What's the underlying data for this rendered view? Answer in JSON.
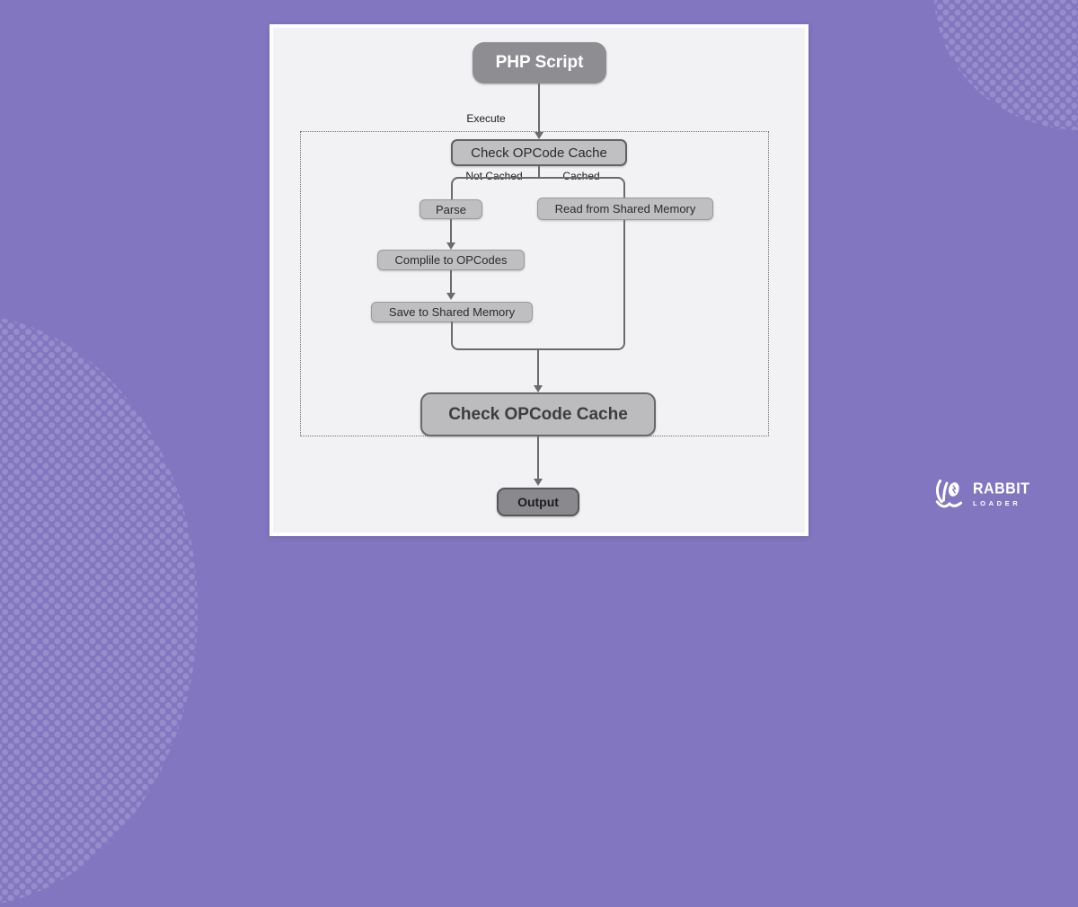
{
  "page": {
    "background_color": "#8376C1",
    "card_color": "#F2F2F4",
    "dot_pattern_color": "rgba(255,255,255,0.17)"
  },
  "logo": {
    "name": "RabbitLoader",
    "line1": "RABBIT",
    "line2": "LOADER"
  },
  "flowchart": {
    "nodes": {
      "php_script": "PHP Script",
      "check_cache_top": "Check OPCode Cache",
      "parse": "Parse",
      "read_shared": "Read from Shared Memory",
      "compile": "Complile to OPCodes",
      "save_shared": "Save to Shared Memory",
      "check_cache_big": "Check OPCode Cache",
      "output": "Output"
    },
    "edge_labels": {
      "execute": "Execute",
      "not_cached": "Not Cached",
      "cached": "Cached"
    },
    "colors": {
      "dark_node_fill": "#8E8E92",
      "light_node_fill": "#BFBFC1",
      "node_border_dark": "#626266",
      "connector_line": "#6B6B6F",
      "text_dark": "#2B2B2D",
      "text_light": "#FFFFFF"
    }
  }
}
